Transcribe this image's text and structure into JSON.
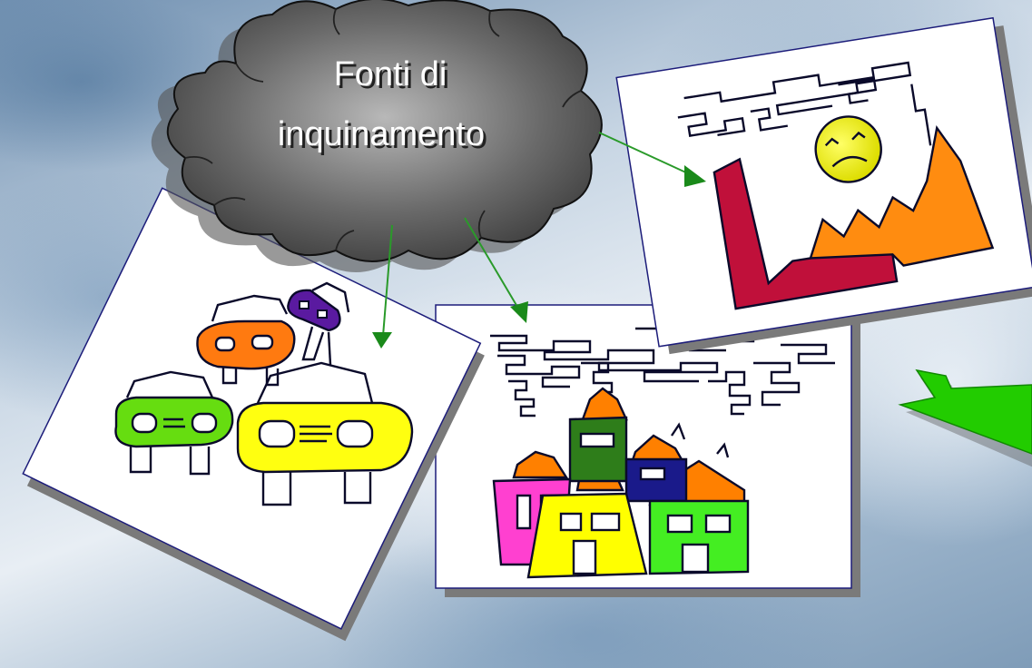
{
  "slide": {
    "cloud_title_line1": "Fonti di",
    "cloud_title_line2": "inquinamento"
  },
  "colors": {
    "cloud": "#6b6b6b",
    "arrow_line": "#2a9a2a",
    "arrow_head": "#1a8a1a",
    "callout_arrow": "#22cc00",
    "card_border": "#1c1c7a"
  },
  "icons": [
    "cloud-shape",
    "cars-drawing",
    "houses-drawing",
    "factory-drawing",
    "sad-sun-icon",
    "block-arrow-icon"
  ]
}
